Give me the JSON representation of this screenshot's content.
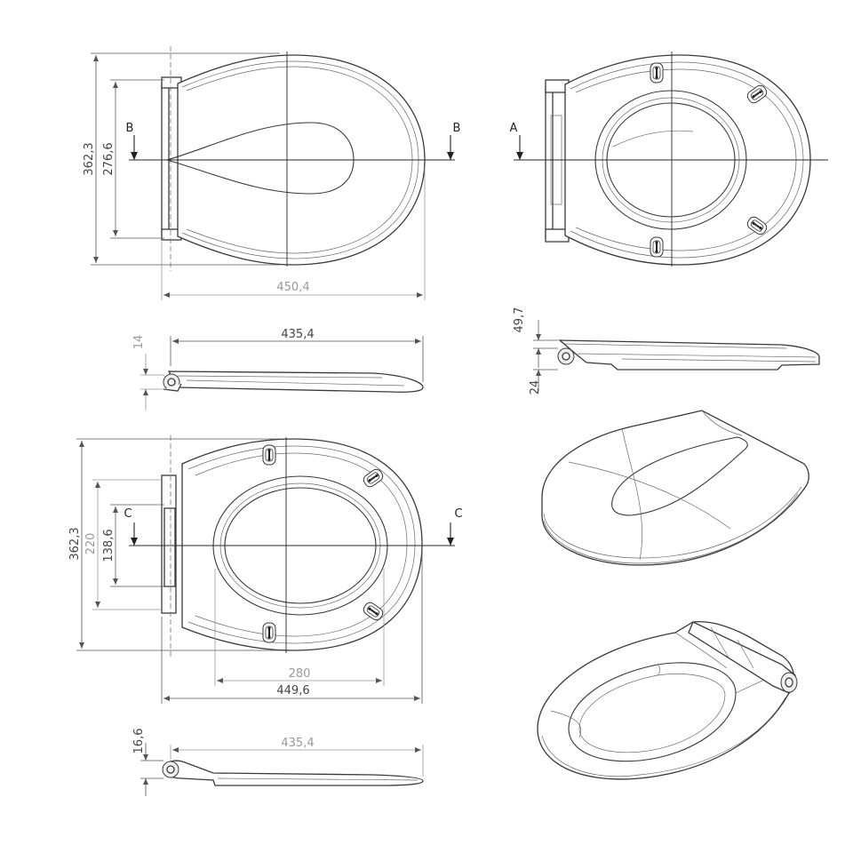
{
  "views": {
    "top_lid": {
      "height_outer": "362,3",
      "height_inner": "276,6",
      "width": "450,4",
      "section_left": "B",
      "section_right": "B"
    },
    "top_seat_open": {
      "section_left": "A"
    },
    "side_lid": {
      "length": "435,4",
      "thickness": "14"
    },
    "side_full": {
      "height": "49,7",
      "base": "24"
    },
    "bottom_seat": {
      "height_outer": "362,3",
      "height_mid": "220",
      "height_inner": "138,6",
      "inner_width": "280",
      "width": "449,6",
      "section_left": "C",
      "section_right": "C"
    },
    "side_seat": {
      "length": "435,4",
      "thickness": "16,6"
    }
  },
  "icons": {
    "hinge_cap": "hinge-cap-icon",
    "fixing_slot": "fixing-slot-icon"
  }
}
